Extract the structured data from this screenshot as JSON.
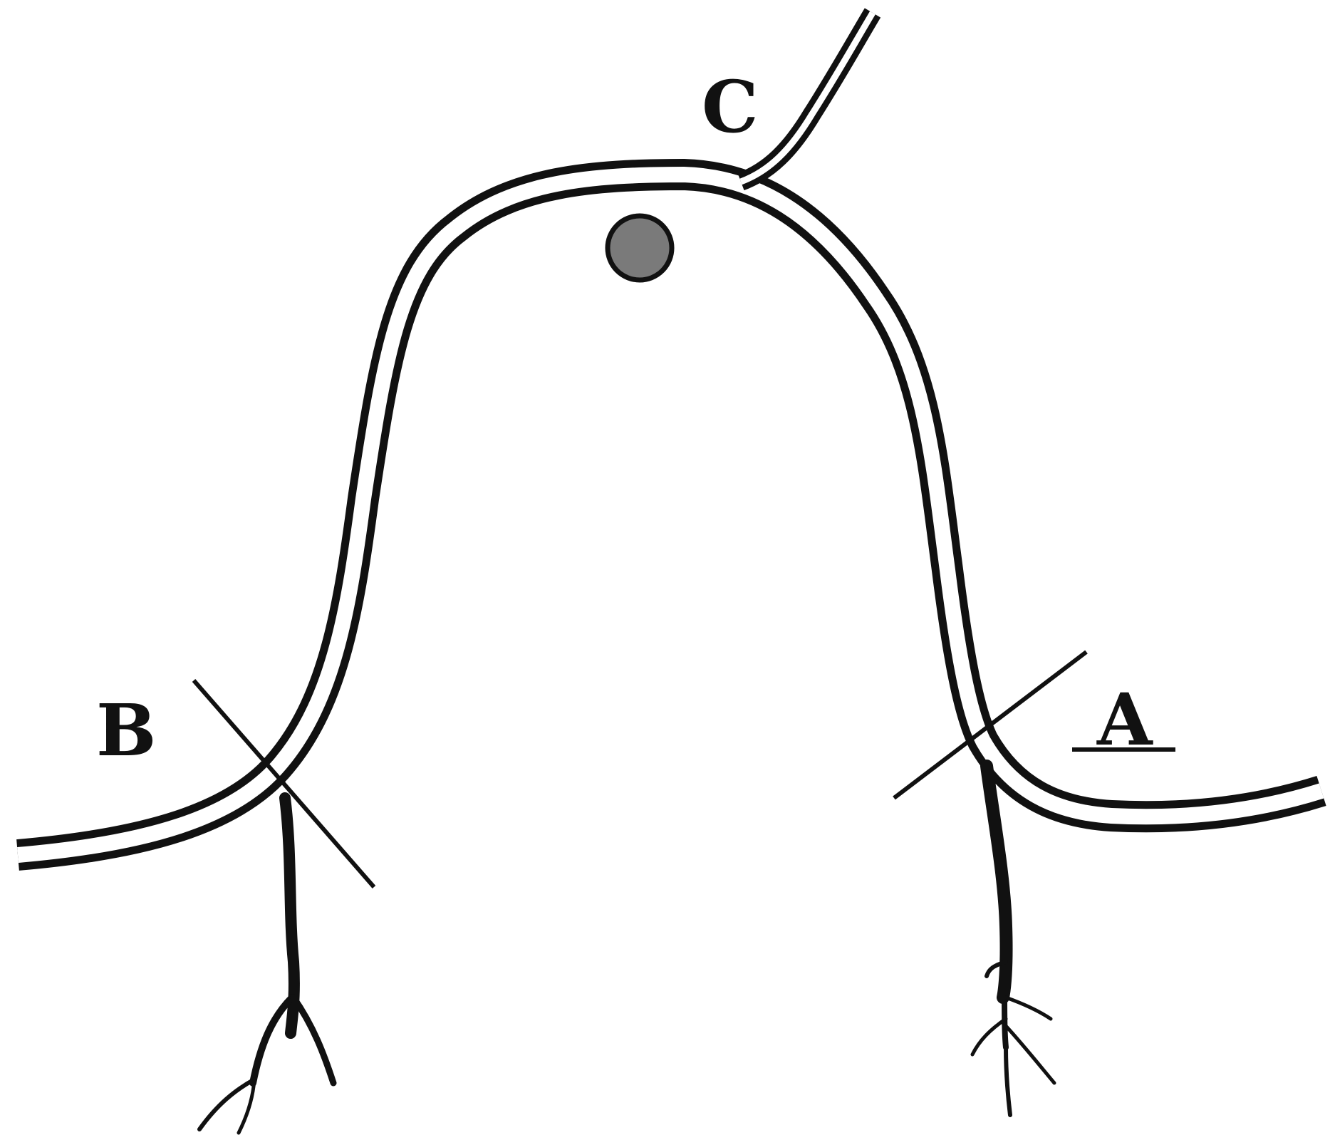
{
  "diagram": {
    "labels": {
      "a": "A",
      "b": "B",
      "c": "C"
    },
    "colors": {
      "ink": "#111111",
      "paper": "#ffffff",
      "knob": "#7a7a7a"
    }
  }
}
